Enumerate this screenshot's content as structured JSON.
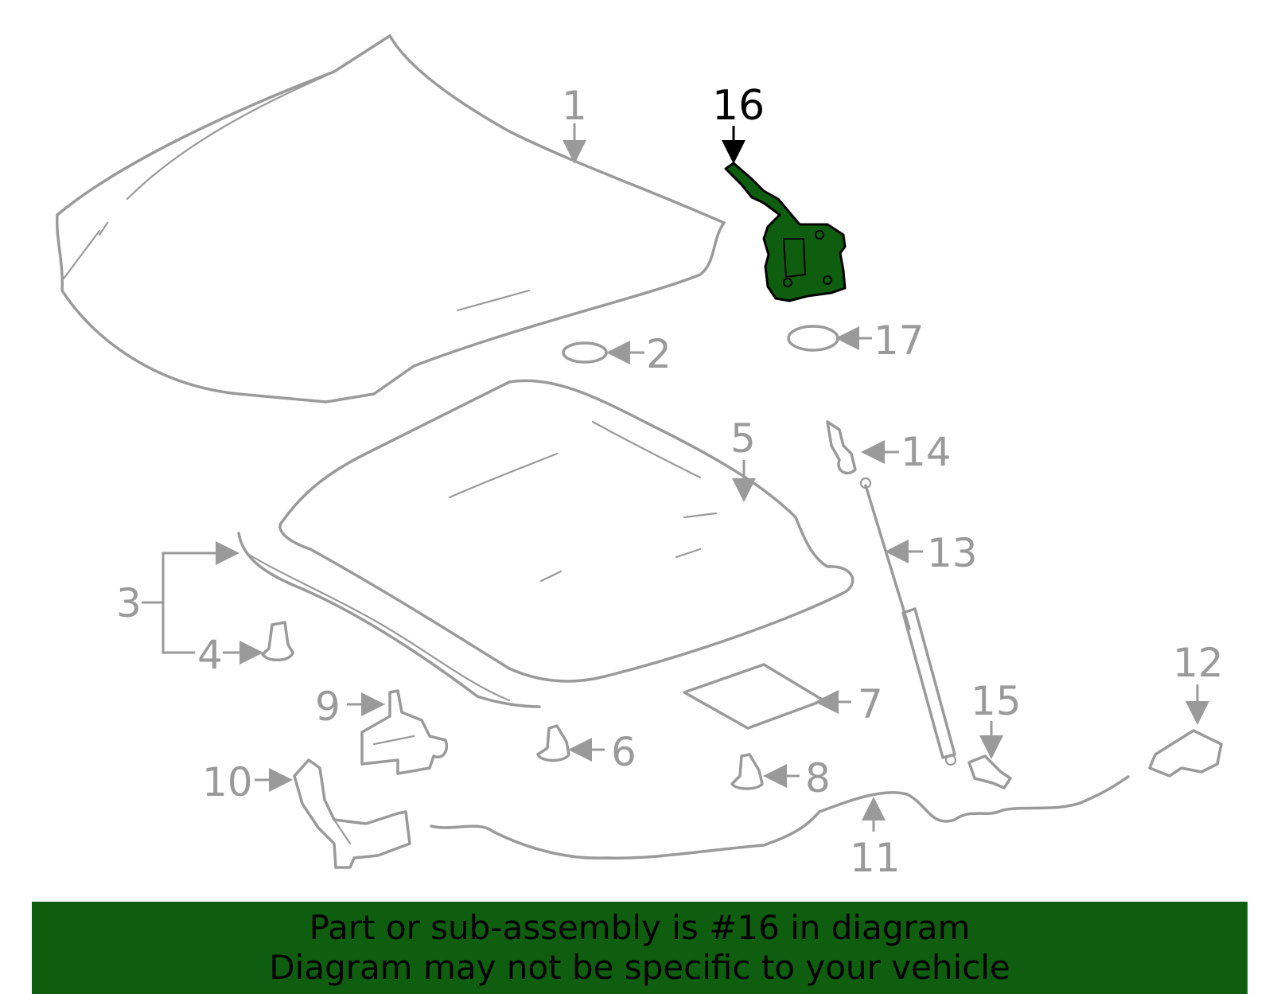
{
  "callouts": {
    "c1": "1",
    "c2": "2",
    "c3": "3",
    "c4": "4",
    "c5": "5",
    "c6": "6",
    "c7": "7",
    "c8": "8",
    "c9": "9",
    "c10": "10",
    "c11": "11",
    "c12": "12",
    "c13": "13",
    "c14": "14",
    "c15": "15",
    "c16": "16",
    "c17": "17"
  },
  "highlighted_part": "16",
  "colors": {
    "highlight": "#0f5e0f",
    "parts": "#9a9a9a",
    "banner": "#0f5e0f"
  },
  "banner": {
    "line1": "Part or sub-assembly is #16 in diagram",
    "line2": "Diagram may not be specific to your vehicle"
  }
}
